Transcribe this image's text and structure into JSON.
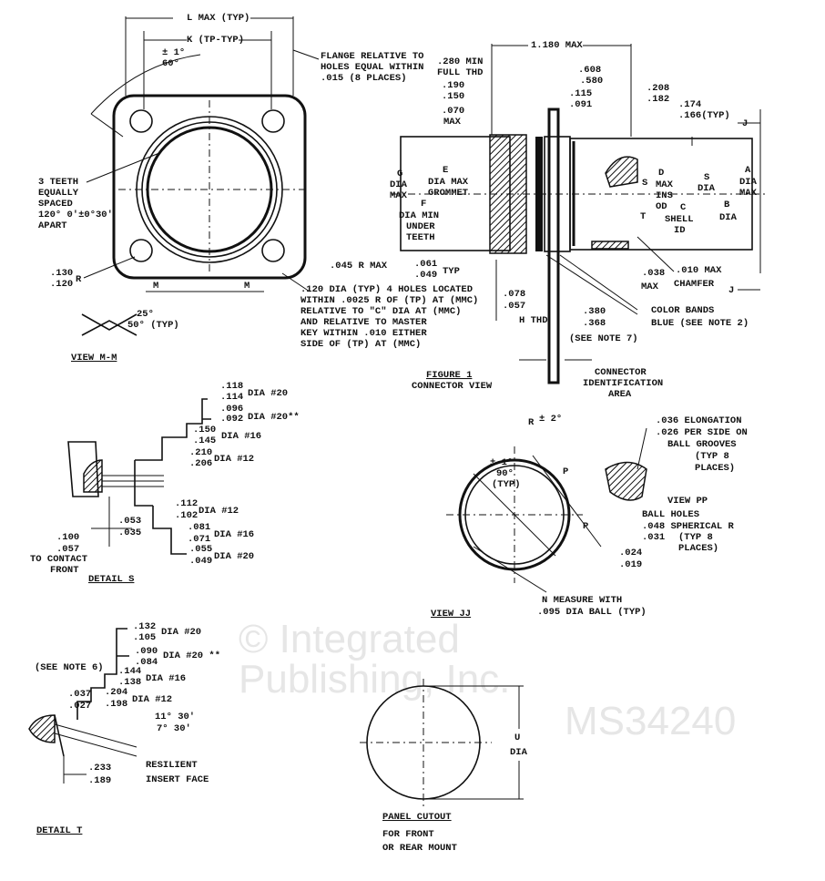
{
  "watermark": [
    "© Integrated",
    "Publishing, Inc.",
    "MS34240"
  ],
  "view_mm": {
    "title": "VIEW M-M",
    "labels": [
      "L MAX (TYP)",
      "K (TP-TYP)",
      "± 1°",
      "60°",
      "FLANGE RELATIVE TO",
      "HOLES EQUAL WITHIN",
      ".015 (8 PLACES)",
      "3 TEETH",
      "EQUALLY",
      "SPACED",
      "120° 0'±0°30'",
      "APART",
      ".130",
      ".120",
      "R",
      "M",
      "M",
      "25°",
      "50° (TYP)",
      ".120 DIA (TYP) 4 HOLES LOCATED",
      "WITHIN .0025 R OF (TP) AT (MMC)",
      "RELATIVE TO \"C\" DIA AT (MMC)",
      "AND RELATIVE TO MASTER",
      "KEY WITHIN .010 EITHER",
      "SIDE OF (TP) AT (MMC)"
    ]
  },
  "figure_1": {
    "title": "FIGURE 1",
    "subtitle": "CONNECTOR VIEW",
    "labels": [
      "1.180 MAX",
      ".280 MIN",
      "FULL THD",
      ".190",
      ".150",
      ".070",
      "MAX",
      ".608",
      ".580",
      ".115",
      ".091",
      ".208",
      ".182",
      ".174",
      ".166(TYP)",
      "J",
      "G",
      "DIA",
      "MAX",
      "E",
      "DIA MAX",
      "GROMMET",
      "F",
      "DIA MIN",
      "UNDER",
      "TEETH",
      "S",
      "D",
      "MAX",
      "INS",
      "OD",
      "S",
      "DIA",
      "C",
      "SHELL",
      "ID",
      "B",
      "DIA",
      "A",
      "DIA",
      "MAX",
      "T",
      ".045 R MAX",
      ".061",
      ".049",
      "TYP",
      ".038",
      "MAX",
      ".010 MAX",
      "CHAMFER",
      "J",
      ".078",
      ".057",
      "H THD",
      ".380",
      ".368",
      "(SEE NOTE 7)",
      "COLOR BANDS",
      "BLUE (SEE NOTE 2)",
      "CONNECTOR",
      "IDENTIFICATION",
      "AREA"
    ]
  },
  "detail_s": {
    "title": "DETAIL S",
    "labels": [
      ".118",
      ".114",
      "DIA #20",
      ".096",
      ".092",
      "DIA #20**",
      ".150",
      ".145",
      "DIA #16",
      ".210",
      ".206",
      "DIA #12",
      ".112",
      ".102",
      "DIA #12",
      ".081",
      ".071",
      "DIA #16",
      ".055",
      ".049",
      "DIA #20",
      ".053",
      ".035",
      ".100",
      ".057",
      "TO CONTACT",
      "FRONT"
    ]
  },
  "view_jj": {
    "title": "VIEW JJ",
    "labels": [
      "R",
      "± 2°",
      "± 1°",
      "90°",
      "(TYP)",
      "P",
      "P",
      ".036 ELONGATION",
      ".026 PER SIDE ON",
      "BALL GROOVES",
      "(TYP 8",
      "PLACES)",
      "VIEW PP",
      "BALL HOLES",
      ".048 SPHERICAL R",
      ".031",
      "(TYP 8",
      "PLACES)",
      ".024",
      ".019",
      "N MEASURE WITH",
      ".095 DIA BALL (TYP)"
    ]
  },
  "detail_t": {
    "title": "DETAIL T",
    "labels": [
      ".132",
      ".105",
      "DIA #20",
      ".090",
      ".084",
      "DIA #20 **",
      ".144",
      ".138",
      "DIA #16",
      ".204",
      ".198",
      "DIA #12",
      "(SEE NOTE 6)",
      ".037",
      ".027",
      "11° 30'",
      "7° 30'",
      "RESILIENT",
      "INSERT FACE",
      ".233",
      ".189"
    ]
  },
  "panel_cutout": {
    "title": "PANEL CUTOUT",
    "labels": [
      "U",
      "DIA",
      "FOR FRONT",
      "OR REAR MOUNT"
    ]
  }
}
